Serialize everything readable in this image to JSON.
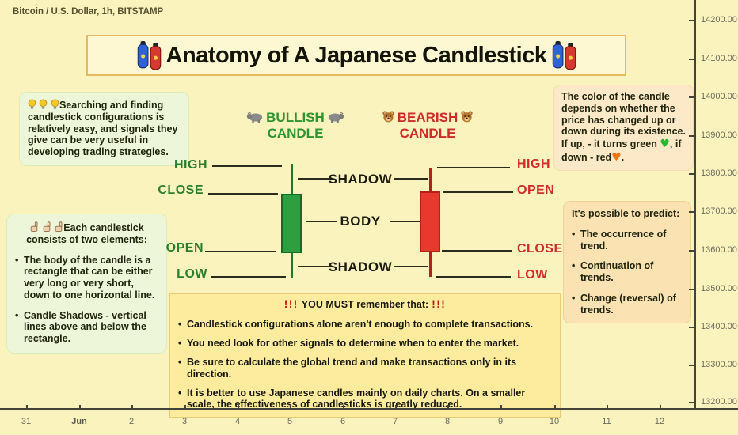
{
  "header": {
    "symbol": "Bitcoin / U.S. Dollar, 1h, BITSTAMP"
  },
  "title": "Anatomy of A Japanese Candlestick",
  "diagram": {
    "bullish": {
      "line1": "BULLISH",
      "line2": "CANDLE"
    },
    "bearish": {
      "line1": "BEARISH",
      "line2": "CANDLE"
    },
    "left_labels": [
      "HIGH",
      "CLOSE",
      "OPEN",
      "LOW"
    ],
    "middle_labels": [
      "SHADOW",
      "BODY",
      "SHADOW"
    ],
    "right_labels": [
      "HIGH",
      "OPEN",
      "CLOSE",
      "LOW"
    ],
    "colors": {
      "bull_body": "#2f9e41",
      "bull_border": "#186a28",
      "bear_body": "#e8392f",
      "bear_border": "#b52017"
    }
  },
  "boxes": {
    "tips": {
      "text": "Searching and finding candlestick configurations is relatively easy, and signals they give can be very useful in developing trading strategies."
    },
    "elements": {
      "heading": "Each candlestick  consists of two elements:",
      "bullets": [
        "The body of the candle is a rectangle that can be either very long or very short, down to one horizontal line.",
        "Candle Shadows - vertical lines above and below the rectangle."
      ]
    },
    "candle_color": {
      "text": "The color of the candle depends on whether the price has changed up or down during its existence.",
      "up_text": "If up, - it turns green ",
      "comma": ",",
      "down_text": "if down - red",
      "end_text": "."
    },
    "predict": {
      "heading": "It's possible to predict:",
      "bullets": [
        "The occurrence of trend.",
        "Continuation of trends.",
        "Change (reversal) of trends."
      ]
    },
    "remember": {
      "exclaim": "!!!",
      "heading": "YOU MUST remember that:",
      "bullets": [
        "Candlestick configurations alone aren't enough to complete transactions.",
        "You need look for other signals to determine when to enter the market.",
        "Be sure to calculate the global trend and make transactions only in its direction.",
        "It is better to use Japanese candles mainly on daily charts. On a smaller scale, the effectiveness of candlesticks is greatly reduced."
      ]
    }
  },
  "icons": {
    "green_heart": "♥",
    "orange_heart": "♥"
  },
  "price_axis": [
    "14200.00",
    "14100.00",
    "14000.00",
    "13900.00",
    "13800.00",
    "13700.00",
    "13600.00",
    "13500.00",
    "13400.00",
    "13300.00",
    "13200.00"
  ],
  "time_axis": [
    "31",
    "Jun",
    "2",
    "3",
    "4",
    "5",
    "6",
    "7",
    "8",
    "9",
    "10",
    "11",
    "12"
  ]
}
